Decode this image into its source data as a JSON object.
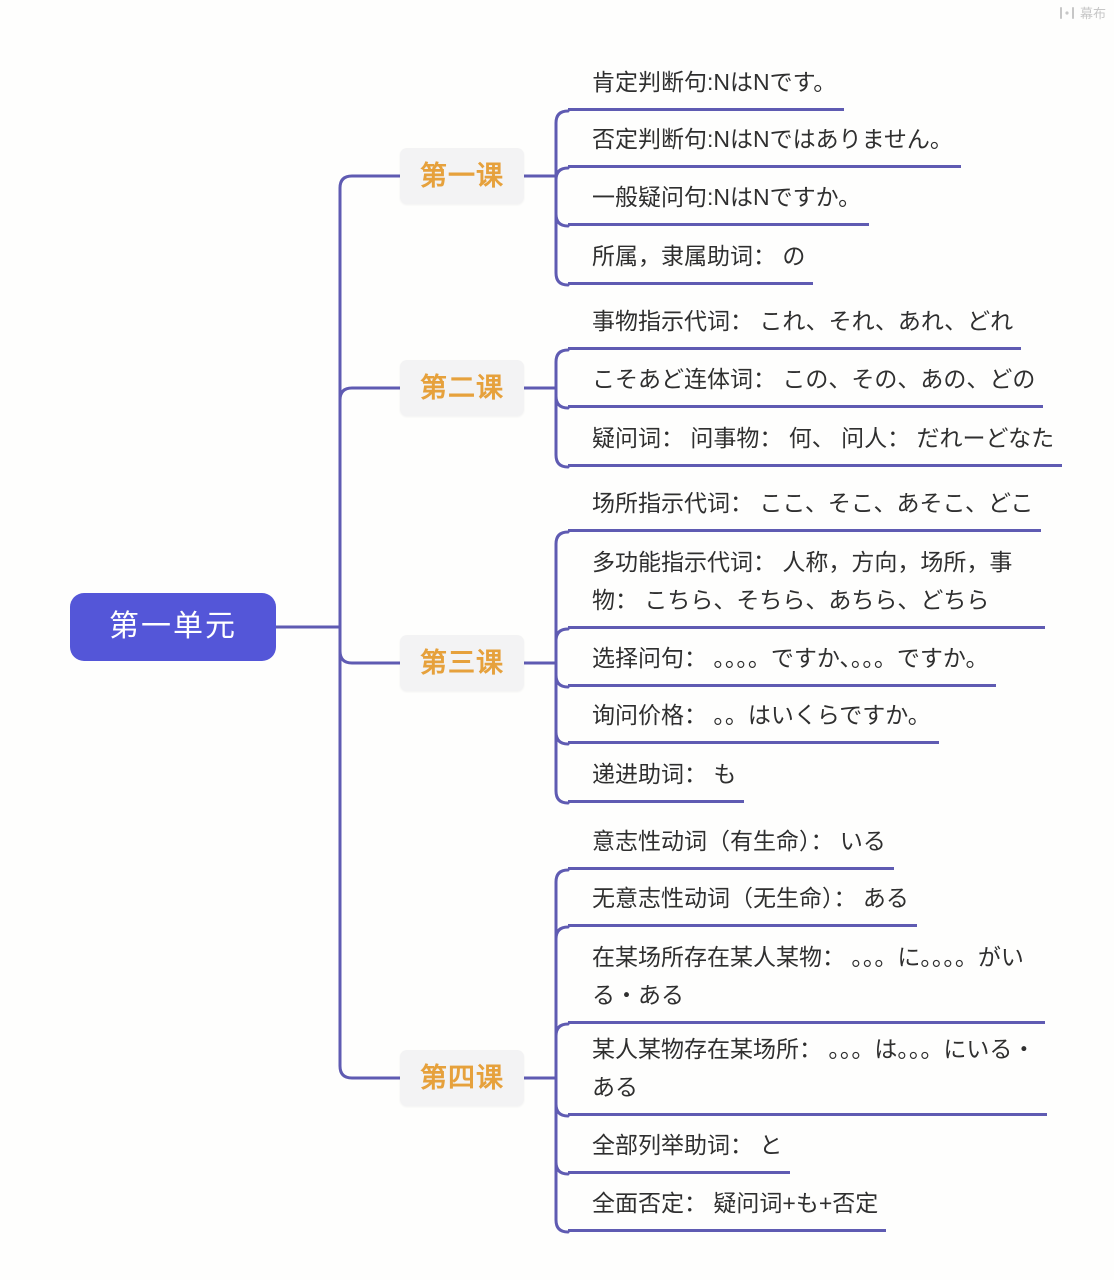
{
  "watermark": {
    "brand": "幕布",
    "icon": "mubu-logo"
  },
  "root": {
    "label": "第一单元"
  },
  "branches": [
    {
      "label": "第一课",
      "leaves": [
        "肯定判断句:NはNです。",
        "否定判断句:NはNではありません。",
        "一般疑问句:NはNですか。",
        "所属，隶属助词： の"
      ]
    },
    {
      "label": "第二课",
      "leaves": [
        "事物指示代词： これ、それ、あれ、どれ",
        "こそあど连体词： この、その、あの、どの",
        "疑问词： 问事物： 何、 问人： だれーどなた"
      ]
    },
    {
      "label": "第三课",
      "leaves": [
        "场所指示代词： ここ、そこ、あそこ、どこ",
        "多功能指示代词： 人称，方向，场所，事物： こちら、そちら、あちら、どちら",
        "选择问句： 。。。。ですか、。。。ですか。",
        "询问价格： 。。はいくらですか。",
        "递进助词： も"
      ]
    },
    {
      "label": "第四课",
      "leaves": [
        "意志性动词（有生命）： いる",
        "无意志性动词（无生命）： ある",
        "在某场所存在某人某物： 。。。に。。。。がいる・ある",
        "某人某物存在某场所： 。。。は。。。にいる・ある",
        "全部列举助词： と",
        "全面否定： 疑问词+も+否定"
      ]
    }
  ],
  "colors": {
    "connector": "#5F5BB2",
    "root_fill": "#5456D8",
    "root_text": "#FFFFFF",
    "lesson_bg": "#F3F3F4",
    "lesson_text": "#E6A13C",
    "leaf_text": "#2F2F2F",
    "watermark": "#C7C7C7",
    "canvas_bg": "#FEFEFD"
  }
}
